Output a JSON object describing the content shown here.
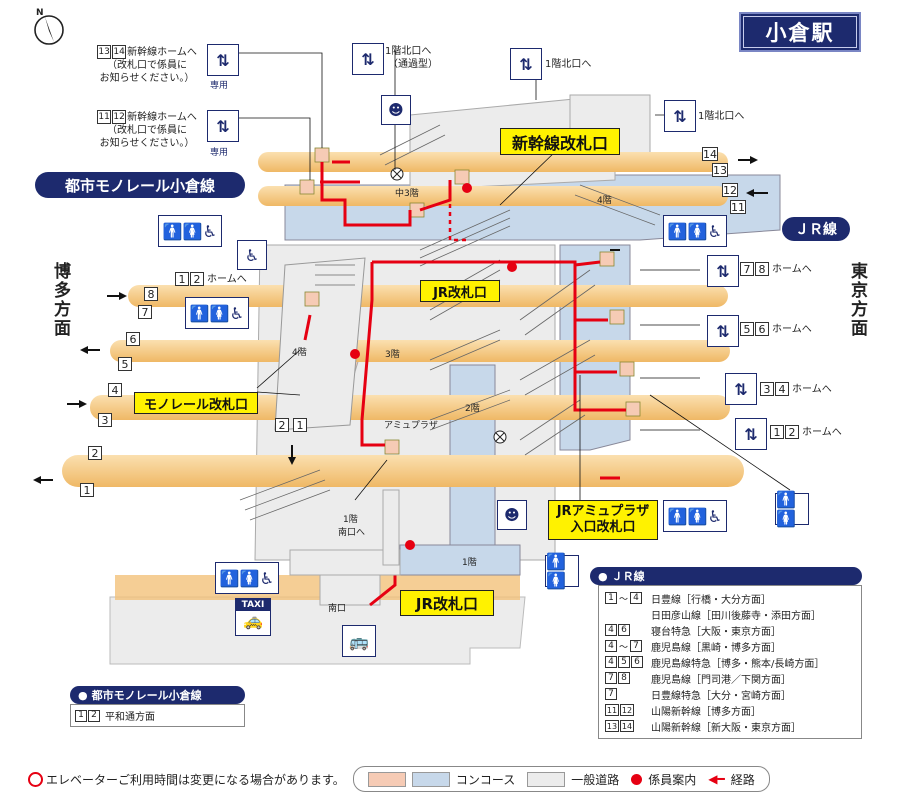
{
  "title": "小倉駅",
  "compass": {
    "label": "N"
  },
  "lines": {
    "monorail": "都市モノレール小倉線",
    "jr": "ＪＲ線"
  },
  "directions": {
    "hakata": "博多方面",
    "tokyo": "東京方面"
  },
  "gates": {
    "shinkansen": "新幹線改札口",
    "jr_upper": "JR改札口",
    "monorail": "モノレール改札口",
    "amu_plaza_line1": "JRアミュプラザ",
    "amu_plaza_line2": "入口改札口",
    "jr_lower": "JR改札口"
  },
  "notes": {
    "sh1314_title": "新幹線ホームへ",
    "sh1314_note1": "（改札口で係員に",
    "sh1314_note2": "お知らせください。）",
    "sh1314_only": "専用",
    "sh1112_title": "新幹線ホームへ",
    "sh1112_note1": "（改札口で係員に",
    "sh1112_note2": "お知らせください。）",
    "sh1112_only": "専用",
    "north_exit_pass": "1階北口へ",
    "north_exit_pass_sub": "（通過型）",
    "north_exit_a": "1階北口へ",
    "north_exit_b": "1階北口へ",
    "platform_78": "ホームへ",
    "platform_56": "ホームへ",
    "platform_34": "ホームへ",
    "platform_12": "ホームへ",
    "mono_platform_12": "ホームへ",
    "south_exit_to_1": "1階",
    "south_exit_to_2": "南口へ"
  },
  "floors": {
    "mezz3": "中3階",
    "f4_right": "4階",
    "f4_left": "4階",
    "f3": "3階",
    "f2": "2階",
    "f1": "1階"
  },
  "places": {
    "amu_plaza": "アミュプラザ",
    "south_exit": "南口",
    "taxi": "TAXI"
  },
  "platform_numbers": {
    "right_upper": [
      "14",
      "13",
      "12",
      "11"
    ],
    "left": [
      "8",
      "7",
      "6",
      "5",
      "4",
      "3",
      "2",
      "1"
    ],
    "mono": [
      "2",
      "1"
    ]
  },
  "jr_legend": {
    "title": "ＪＲ線",
    "rows": [
      {
        "nums": [
          "1",
          "4"
        ],
        "range": true,
        "text": "日豊線［行橋・大分方面］"
      },
      {
        "nums": [],
        "range": false,
        "text": "日田彦山線［田川後藤寺・添田方面］"
      },
      {
        "nums": [
          "4",
          "6"
        ],
        "range": false,
        "text": "寝台特急［大阪・東京方面］"
      },
      {
        "nums": [
          "4",
          "7"
        ],
        "range": true,
        "text": "鹿児島線［黒崎・博多方面］"
      },
      {
        "nums": [
          "4",
          "5",
          "6"
        ],
        "range": false,
        "text": "鹿児島線特急［博多・熊本/長崎方面］"
      },
      {
        "nums": [
          "7",
          "8"
        ],
        "range": false,
        "text": "鹿児島線［門司港／下関方面］"
      },
      {
        "nums": [
          "7"
        ],
        "range": false,
        "text": "日豊線特急［大分・宮崎方面］"
      },
      {
        "nums": [
          "11",
          "12"
        ],
        "range": false,
        "text": "山陽新幹線［博多方面］"
      },
      {
        "nums": [
          "13",
          "14"
        ],
        "range": false,
        "text": "山陽新幹線［新大阪・東京方面］"
      }
    ]
  },
  "mono_legend": {
    "title": "都市モノレール小倉線",
    "rows": [
      {
        "nums": [
          "1",
          "2"
        ],
        "text": "平和通方面"
      }
    ]
  },
  "bottom_legend": {
    "elevator_note": "エレベーターご利用時間は変更になる場合があります。",
    "concourse": "コンコース",
    "road": "一般道路",
    "staff": "係員案内",
    "route": "経路"
  },
  "colors": {
    "platform": "#f5c983",
    "concourse_pink": "#f6cbb5",
    "concourse_blue": "#c7d8ea",
    "road": "#ececec",
    "route": "#e60012",
    "navy": "#1d2a6e",
    "label_yellow": "#fff200"
  }
}
